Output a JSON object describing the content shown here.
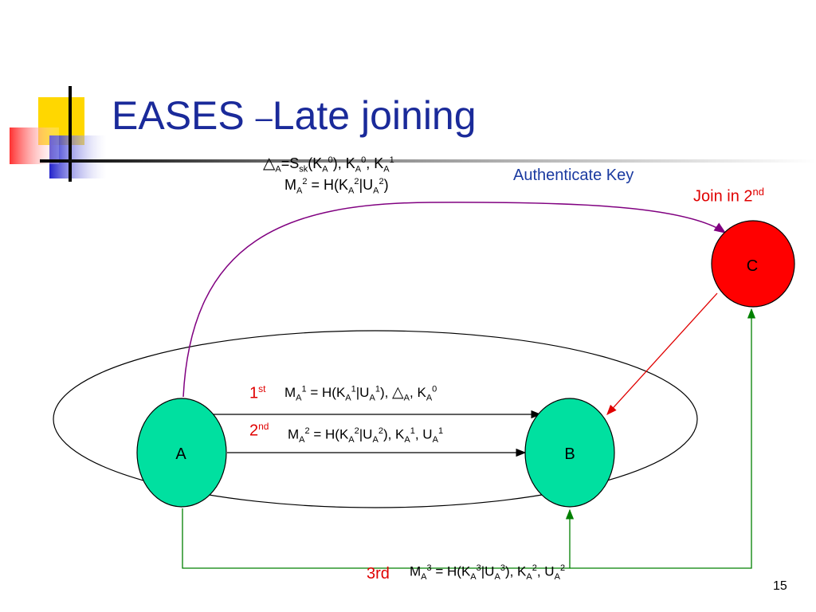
{
  "slide": {
    "title_prefix": "EASES ",
    "title_dash": "–",
    "title_rest": "Late joining",
    "page_number": "15"
  },
  "top_equations": {
    "line1": {
      "tri": "△",
      "a": "A",
      "eq": "=S",
      "sk": "sk",
      "k1": "(K",
      "a1": "A",
      "s1": "0",
      "k2": "), K",
      "a2": "A",
      "s2": "0",
      "k3": ", K",
      "a3": "A",
      "s3": "1"
    },
    "line2": {
      "m": "M",
      "a": "A",
      "s": "2",
      "rest": " = H(K",
      "a2": "A",
      "s2": "2",
      "u": "|U",
      "a3": "A",
      "s3": "2",
      "close": ")"
    }
  },
  "labels": {
    "authenticate": "Authenticate Key",
    "join": "Join in 2",
    "join_sup": "nd",
    "first": "1",
    "first_sup": "st",
    "second": "2",
    "second_sup": "nd",
    "third": "3rd"
  },
  "messages": {
    "m1": {
      "m": "M",
      "a": "A",
      "s": "1",
      "p1": " = H(K",
      "a1": "A",
      "s1": "1",
      "p2": "|U",
      "a2": "A",
      "s2": "1",
      "p3": "),  ",
      "tri": "△",
      "a3": "A",
      "p4": ",  K",
      "a4": "A",
      "s4": "0"
    },
    "m2": {
      "m": "M",
      "a": "A",
      "s": "2",
      "p1": " = H(K",
      "a1": "A",
      "s1": "2",
      "p2": "|U",
      "a2": "A",
      "s2": "2",
      "p3": "),  K",
      "a3": "A",
      "s3": "1",
      "p4": ",  U",
      "a4": "A",
      "s4": "1"
    },
    "m3": {
      "m": "M",
      "a": "A",
      "s": "3",
      "p1": " = H(K",
      "a1": "A",
      "s1": "3",
      "p2": "|U",
      "a2": "A",
      "s2": "3",
      "p3": "),  K",
      "a3": "A",
      "s3": "2",
      "p4": ",  U",
      "a4": "A",
      "s4": "2"
    }
  },
  "nodes": {
    "a": {
      "label": "A",
      "color": "#00e0a0"
    },
    "b": {
      "label": "B",
      "color": "#00e0a0"
    },
    "c": {
      "label": "C",
      "color": "#ff0000"
    }
  },
  "colors": {
    "title": "#1a2a9a",
    "purple_arrow": "#800080",
    "red_arrow": "#e00000",
    "green_arrow": "#008000"
  }
}
